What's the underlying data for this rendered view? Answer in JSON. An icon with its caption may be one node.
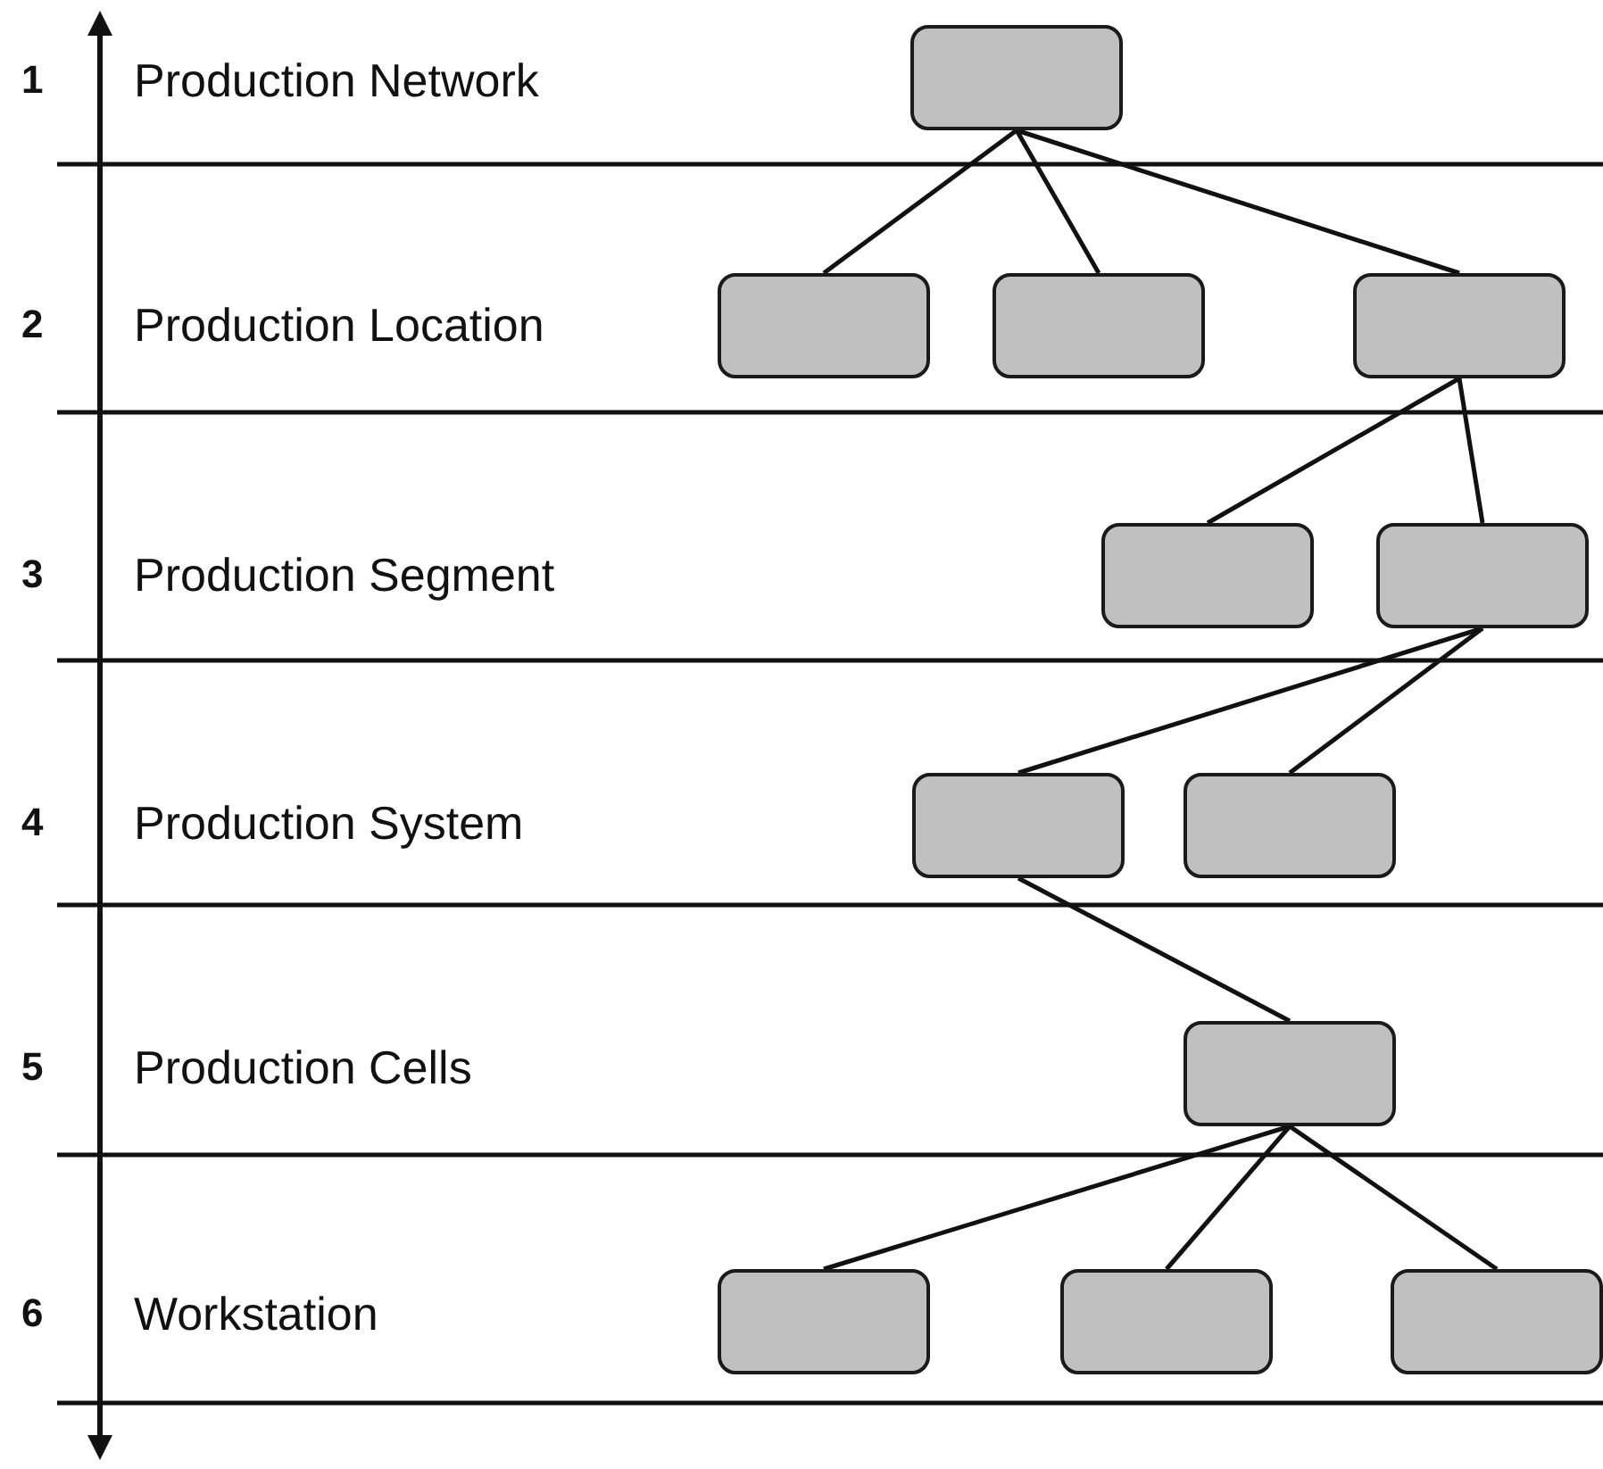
{
  "diagram": {
    "nodes": [
      {
        "text": [],
        "shape": "box"
      },
      {
        "text": [],
        "shape": "box"
      },
      {
        "text": [],
        "shape": "box"
      },
      {
        "text": [],
        "shape": "box"
      },
      {
        "text": [],
        "shape": "box"
      },
      {
        "text": [],
        "shape": "box"
      },
      {
        "text": [],
        "shape": "box"
      },
      {
        "text": [],
        "shape": "box"
      },
      {
        "text": [],
        "shape": "box"
      },
      {
        "text": [],
        "shape": "box"
      },
      {
        "text": [],
        "shape": "box"
      },
      {
        "text": [],
        "shape": "box"
      }
    ],
    "edges": [
      {
        "from": 0,
        "to": 1,
        "arrow": "none"
      },
      {
        "from": 0,
        "to": 2,
        "arrow": "none"
      },
      {
        "from": 0,
        "to": 3,
        "arrow": "none"
      },
      {
        "from": 3,
        "to": 4,
        "arrow": "none"
      },
      {
        "from": 3,
        "to": 5,
        "arrow": "none"
      },
      {
        "from": 5,
        "to": 6,
        "arrow": "none"
      },
      {
        "from": 5,
        "to": 7,
        "arrow": "none"
      },
      {
        "from": 6,
        "to": 8,
        "arrow": "none"
      },
      {
        "from": 8,
        "to": 9,
        "arrow": "none"
      },
      {
        "from": 8,
        "to": 10,
        "arrow": "none"
      },
      {
        "from": 8,
        "to": 11,
        "arrow": "none"
      }
    ],
    "labels": [
      "1",
      "Production Network",
      "2",
      "Production Location",
      "3",
      "Production Segment",
      "4",
      "Production System",
      "5",
      "Production Cells",
      "6",
      "Workstation"
    ]
  }
}
